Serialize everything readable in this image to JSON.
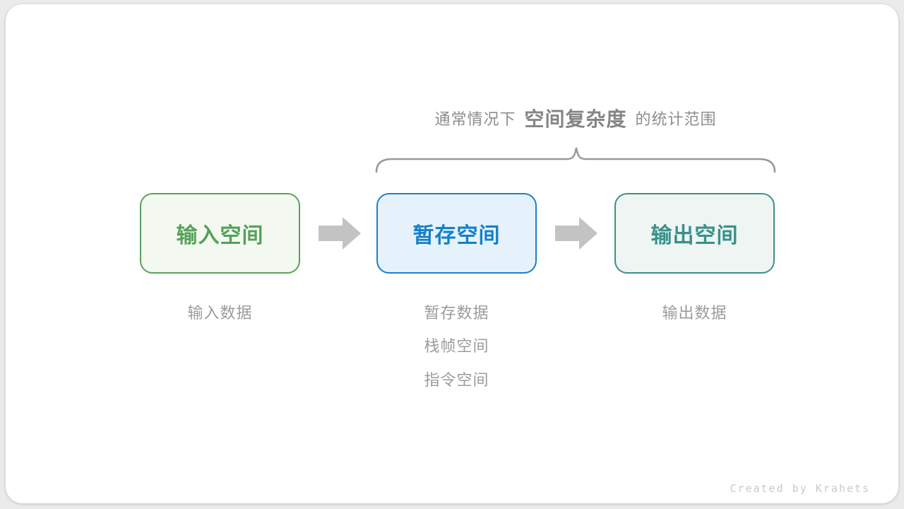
{
  "annotation": {
    "prefix": "通常情况下",
    "highlight": "空间复杂度",
    "suffix": "的统计范围"
  },
  "boxes": [
    {
      "label": "输入空间",
      "border": "#5ba25e",
      "bg": "#f3f8f0",
      "color": "#55a159",
      "sublabels": [
        "输入数据"
      ]
    },
    {
      "label": "暂存空间",
      "border": "#1b80c9",
      "bg": "#e6f2fb",
      "color": "#1480ca",
      "sublabels": [
        "暂存数据",
        "栈帧空间",
        "指令空间"
      ]
    },
    {
      "label": "输出空间",
      "border": "#3b9188",
      "bg": "#eef5f2",
      "color": "#38918a",
      "sublabels": [
        "输出数据"
      ]
    }
  ],
  "icons": {
    "arrow": "right-block-arrow",
    "brace": "over-brace"
  },
  "colors": {
    "page_bg": "#ebebeb",
    "card_bg": "#ffffff",
    "annotation_gray": "#8d8d8d",
    "brace_gray": "#999999",
    "arrow_gray": "#c3c3c3",
    "sublabel_gray": "#9b9b9b",
    "credit_gray": "#c9c9c9"
  },
  "footer": {
    "credit": "Created by Krahets"
  }
}
